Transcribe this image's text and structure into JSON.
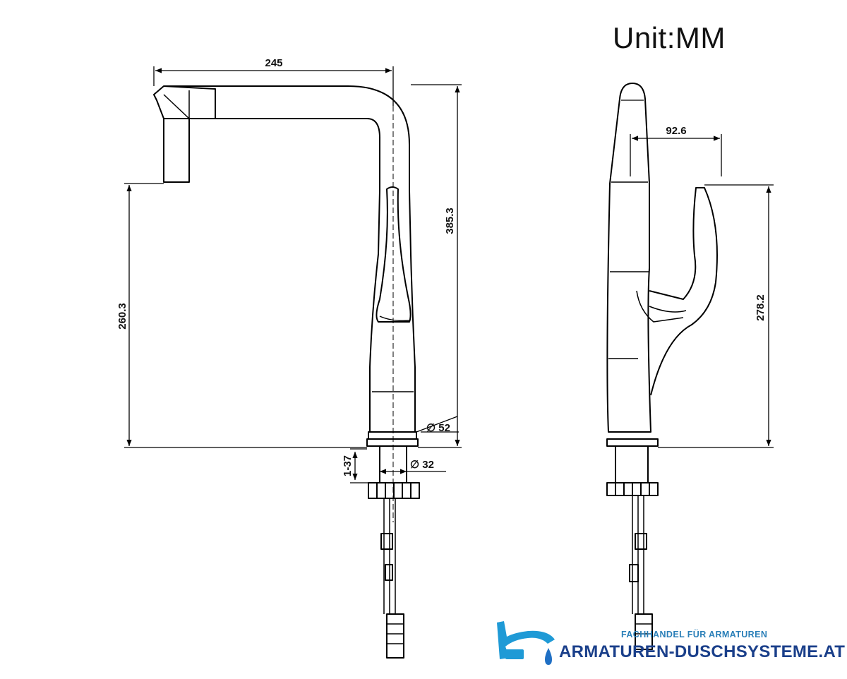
{
  "unit_label": "Unit:MM",
  "dimensions": {
    "spout_reach": "245",
    "total_height": "385.3",
    "spout_clearance": "260.3",
    "base_diameter": "∅ 52",
    "shank_diameter": "∅ 32",
    "counter_thickness": "1-37",
    "handle_offset": "92.6",
    "handle_height": "278.2"
  },
  "logo": {
    "tagline": "FACHHANDEL FÜR ARMATUREN",
    "site": "ARMATUREN-DUSCHSYSTEME.AT",
    "icon": "faucet-drop-icon",
    "colors": {
      "tagline": "#2a7fb8",
      "site": "#1a3f8a",
      "faucet": "#1f9ad6",
      "drop": "#1f6fc4"
    }
  },
  "line_color": "#000000"
}
